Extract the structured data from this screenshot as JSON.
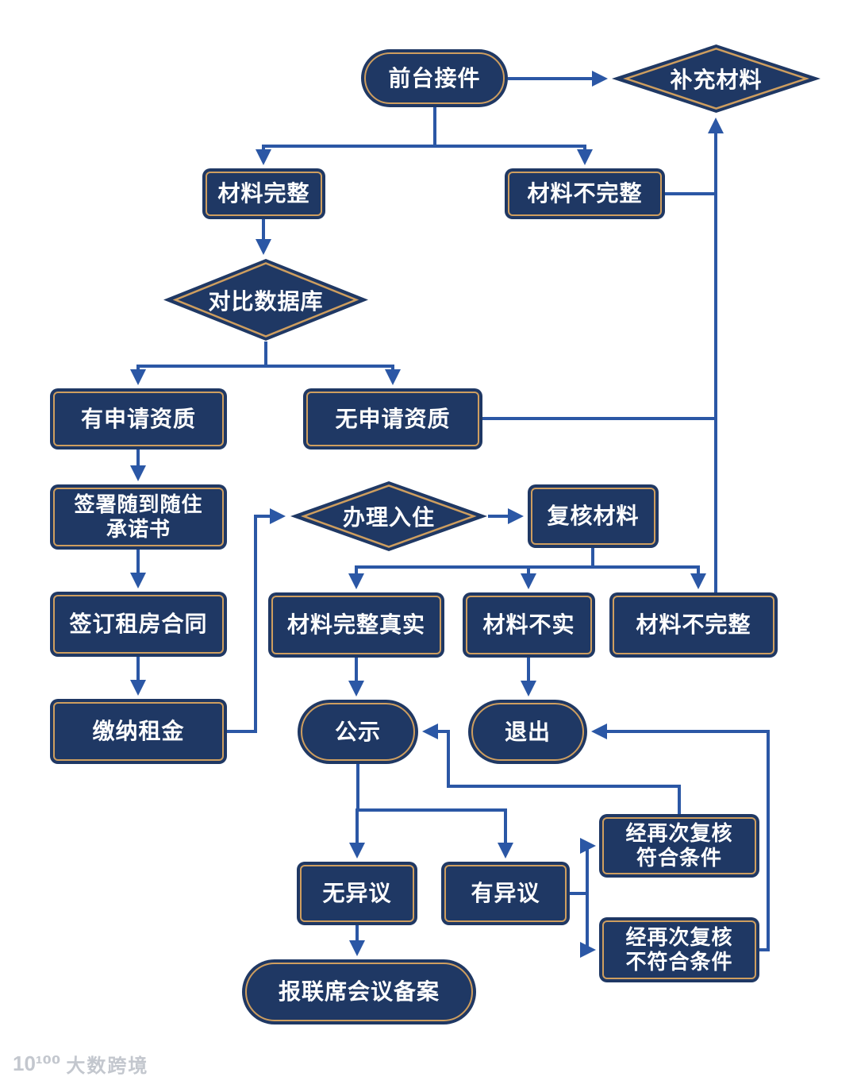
{
  "colors": {
    "node_fill": "#1F3864",
    "node_border": "#CE9E5F",
    "connector": "#2B57A5",
    "text_color": "#FFFFFF",
    "watermark": "#C3C7CE",
    "bg": "#FFFFFF"
  },
  "nodes": {
    "front_desk": {
      "label": "前台接件",
      "shape": "stadium"
    },
    "supplement": {
      "label": "补充材料",
      "shape": "diamond"
    },
    "complete1": {
      "label": "材料完整",
      "shape": "rect"
    },
    "incomplete1": {
      "label": "材料不完整",
      "shape": "rect"
    },
    "compare_db": {
      "label": "对比数据库",
      "shape": "diamond"
    },
    "qualified": {
      "label": "有申请资质",
      "shape": "rect"
    },
    "unqualified": {
      "label": "无申请资质",
      "shape": "rect"
    },
    "commitment": {
      "label": "签署随到随住\n承诺书",
      "shape": "rect"
    },
    "contract": {
      "label": "签订租房合同",
      "shape": "rect"
    },
    "rent": {
      "label": "缴纳租金",
      "shape": "rect"
    },
    "check_in": {
      "label": "办理入住",
      "shape": "diamond"
    },
    "review": {
      "label": "复核材料",
      "shape": "rect"
    },
    "complete_true": {
      "label": "材料完整真实",
      "shape": "rect"
    },
    "untrue": {
      "label": "材料不实",
      "shape": "rect"
    },
    "incomplete2": {
      "label": "材料不完整",
      "shape": "rect"
    },
    "publicity": {
      "label": "公示",
      "shape": "stadium"
    },
    "exit": {
      "label": "退出",
      "shape": "stadium"
    },
    "no_objection": {
      "label": "无异议",
      "shape": "rect"
    },
    "objection": {
      "label": "有异议",
      "shape": "rect"
    },
    "report": {
      "label": "报联席会议备案",
      "shape": "stadium"
    },
    "recheck_pass": {
      "label": "经再次复核\n符合条件",
      "shape": "rect"
    },
    "recheck_fail": {
      "label": "经再次复核\n不符合条件",
      "shape": "rect"
    }
  },
  "edges": [
    {
      "from": "前台接件",
      "to": "补充材料"
    },
    {
      "from": "前台接件",
      "to": "材料完整"
    },
    {
      "from": "前台接件",
      "to": "材料不完整"
    },
    {
      "from": "材料完整",
      "to": "对比数据库"
    },
    {
      "from": "材料不完整",
      "to": "补充材料"
    },
    {
      "from": "对比数据库",
      "to": "有申请资质"
    },
    {
      "from": "对比数据库",
      "to": "无申请资质"
    },
    {
      "from": "无申请资质",
      "to": "补充材料"
    },
    {
      "from": "有申请资质",
      "to": "签署随到随住承诺书"
    },
    {
      "from": "签署随到随住承诺书",
      "to": "签订租房合同"
    },
    {
      "from": "签订租房合同",
      "to": "缴纳租金"
    },
    {
      "from": "缴纳租金",
      "to": "办理入住"
    },
    {
      "from": "办理入住",
      "to": "复核材料"
    },
    {
      "from": "复核材料",
      "to": "材料完整真实"
    },
    {
      "from": "复核材料",
      "to": "材料不实"
    },
    {
      "from": "复核材料",
      "to": "材料不完整(复核)"
    },
    {
      "from": "材料不完整(复核)",
      "to": "补充材料"
    },
    {
      "from": "材料完整真实",
      "to": "公示"
    },
    {
      "from": "材料不实",
      "to": "退出"
    },
    {
      "from": "公示",
      "to": "无异议"
    },
    {
      "from": "公示",
      "to": "有异议"
    },
    {
      "from": "无异议",
      "to": "报联席会议备案"
    },
    {
      "from": "有异议",
      "to": "经再次复核符合条件"
    },
    {
      "from": "有异议",
      "to": "经再次复核不符合条件"
    },
    {
      "from": "经再次复核符合条件",
      "to": "公示"
    },
    {
      "from": "经再次复核不符合条件",
      "to": "退出"
    }
  ],
  "watermark": {
    "logo": "10¹⁰⁰",
    "text": "大数跨境"
  }
}
